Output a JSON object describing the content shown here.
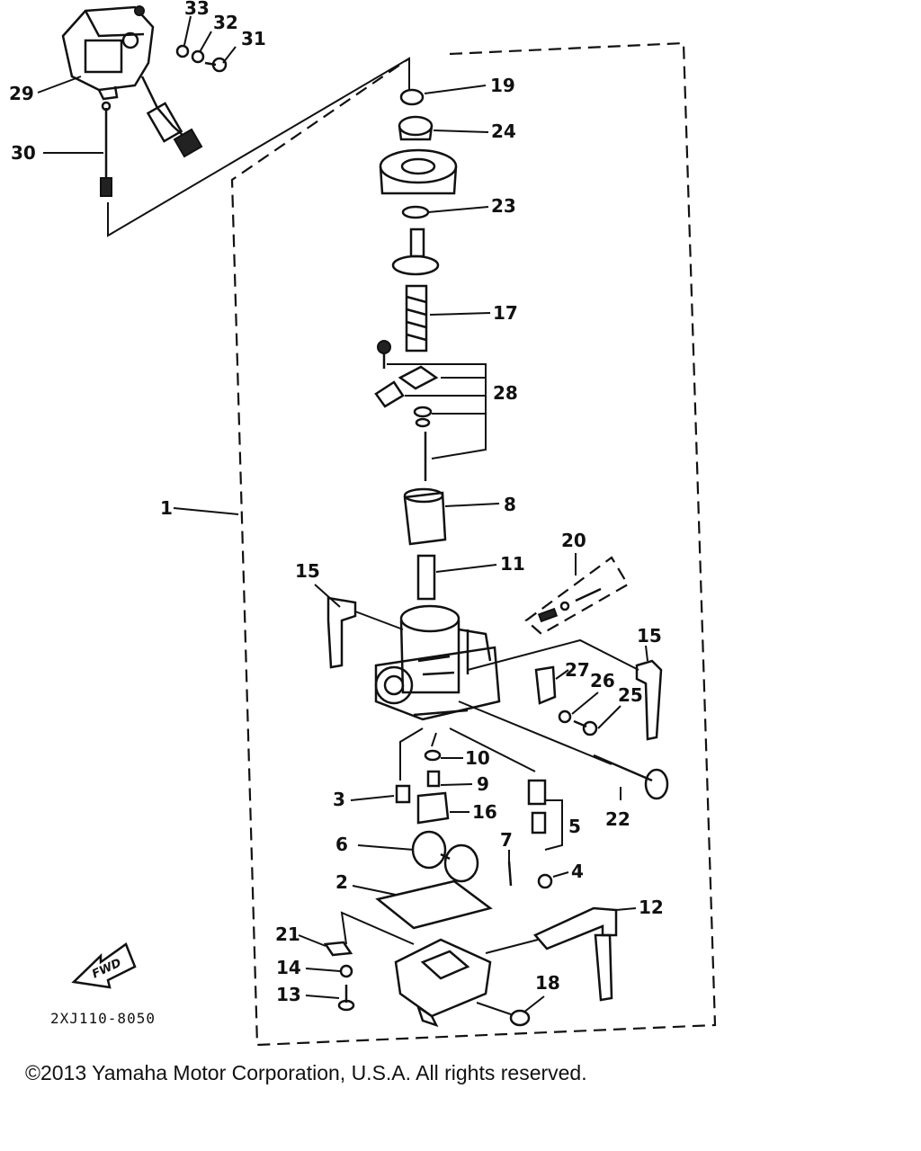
{
  "diagram_code": "2XJ110-8050",
  "fwd_label": "FWD",
  "copyright": "©2013 Yamaha Motor Corporation, U.S.A. All rights reserved.",
  "callouts": {
    "c1": "1",
    "c2": "2",
    "c3": "3",
    "c4": "4",
    "c5": "5",
    "c6": "6",
    "c7": "7",
    "c8": "8",
    "c9": "9",
    "c10": "10",
    "c11": "11",
    "c12": "12",
    "c13": "13",
    "c14": "14",
    "c15a": "15",
    "c15b": "15",
    "c16": "16",
    "c17": "17",
    "c18": "18",
    "c19": "19",
    "c20": "20",
    "c21": "21",
    "c22": "22",
    "c23": "23",
    "c24": "24",
    "c25": "25",
    "c26": "26",
    "c27": "27",
    "c28": "28",
    "c29": "29",
    "c30": "30",
    "c31": "31",
    "c32": "32",
    "c33": "33"
  }
}
